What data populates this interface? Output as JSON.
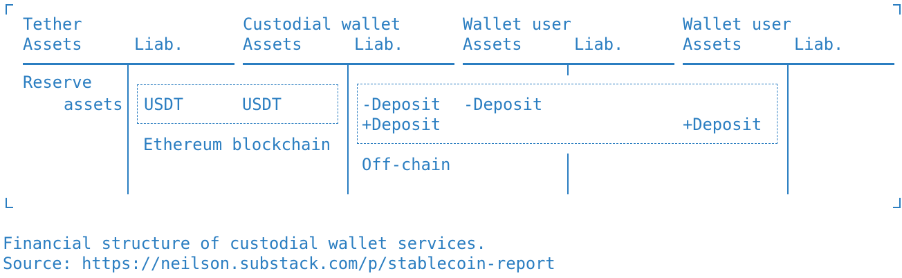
{
  "colors": {
    "accent": "#2b7ec1",
    "background": "#ffffff"
  },
  "diagram": {
    "accounts": [
      {
        "title": "Tether",
        "assets_col": "Assets",
        "liab_col": "Liab."
      },
      {
        "title": "Custodial wallet",
        "assets_col": "Assets",
        "liab_col": "Liab."
      },
      {
        "title": "Wallet user",
        "assets_col": "Assets",
        "liab_col": "Liab."
      },
      {
        "title": "Wallet user",
        "assets_col": "Assets",
        "liab_col": "Liab."
      }
    ],
    "entries": {
      "tether_assets_line1": "Reserve",
      "tether_assets_line2": "assets",
      "tether_liab_usdt": "USDT",
      "custodial_assets_usdt": "USDT",
      "onchain_box_label": "Ethereum blockchain",
      "custodial_liab_minus_deposit": "-Deposit",
      "custodial_liab_plus_deposit": "+Deposit",
      "user1_assets_minus_deposit": "-Deposit",
      "user2_assets_plus_deposit": "+Deposit",
      "offchain_box_label": "Off-chain"
    }
  },
  "caption": {
    "title": "Financial structure of custodial wallet services.",
    "source": "Source: https://neilson.substack.com/p/stablecoin-report"
  }
}
